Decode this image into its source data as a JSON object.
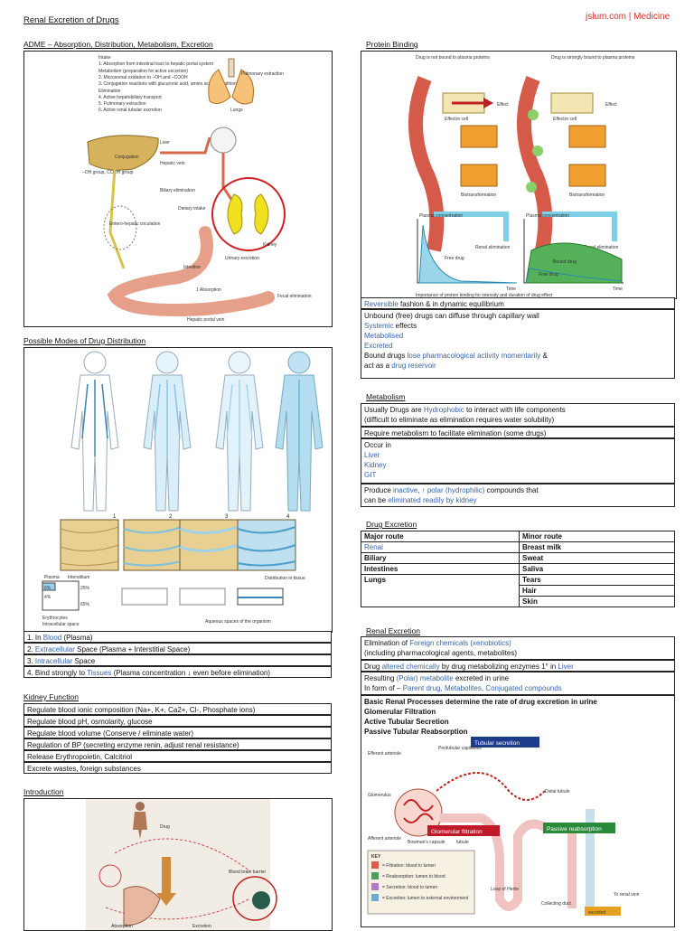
{
  "header": {
    "title": "Renal Excretion of Drugs",
    "brand": "jslum.com | Medicine"
  },
  "adme": {
    "heading": "ADME – Absorption, Distribution, Metabolism, Excretion",
    "notes": [
      "Intake",
      "1. Absorption from intestinal tract to hepatic portal system",
      "Metabolism (preparation for active excretion)",
      "2. Microsomal oxidation to –OH and –COOH",
      "3. Conjugation reactions with glucuronic acid, amino acids, glutathione, etc.",
      "Elimination",
      "4. Active hepatobiliary transport",
      "5. Pulmonary extraction",
      "6. Active renal tubular excretion"
    ],
    "labels": {
      "liver": "Liver",
      "lungs": "Lungs",
      "kidney": "Kidney",
      "intestine": "Intestine",
      "conjugation": "Conjugation",
      "oh_group": "–OH group, COOH group",
      "hepatic_vein": "Hepatic vein",
      "biliary": "Biliary elimination",
      "dietary": "Dietary intake",
      "urinary": "Urinary excretion",
      "entero": "Entero-hepatic circulation",
      "absorption": "1 Absorption",
      "fecal": "Fecal elimination",
      "portal": "Hepatic portal vein",
      "pulmonary": "Pulmonary extraction"
    }
  },
  "distribution": {
    "heading": "Possible Modes of Drug Distribution",
    "panel_numbers": [
      "1",
      "2",
      "3",
      "4"
    ],
    "chart_labels": {
      "plasma": "Plasma",
      "interstitium": "Interstitium",
      "p6": "6%",
      "p25": "25%",
      "p4": "4%",
      "p65": "65%",
      "erythrocytes": "Erythrocytes",
      "intracellular": "Intracellular space",
      "distribution_tissue": "Distribution in tissue",
      "aqueous": "Aqueous spaces of the organism"
    },
    "rows": [
      {
        "a": "1. In ",
        "b": "Blood",
        "c": " (Plasma)"
      },
      {
        "a": "2. ",
        "b": "Extracellular",
        "c": " Space (Plasma + Interstitial Space)"
      },
      {
        "a": "3. ",
        "b": "Intracellular",
        "c": " Space"
      },
      {
        "a": "4. Bind strongly to ",
        "b": "Tissues",
        "c": " (Plasma concentration ↓ even before elimination)"
      }
    ]
  },
  "kidney": {
    "heading": "Kidney Function",
    "rows": [
      "Regulate blood ionic composition (Na+, K+, Ca2+, Cl-, Phosphate ions)",
      "Regulate blood pH, osmolarity, glucose",
      "Regulate blood volume (Conserve / eliminate water)",
      "Regulation of BP (secreting enzyme renin, adjust renal resistance)",
      "Release Erythropoietin, Calcitriol",
      "Excrete wastes, foreign substances"
    ]
  },
  "intro": {
    "heading": "Introduction",
    "labels": {
      "drug": "Drug",
      "absorption": "Absorption",
      "excretion": "Excretion",
      "bbb": "Blood brain barrier"
    }
  },
  "protein": {
    "heading": "Protein Binding",
    "labels": {
      "drug_not_bound": "Drug is not bound to plasma proteins",
      "drug_strongly_bound": "Drug is strongly bound to plasma proteins",
      "effect": "Effect",
      "effector_cell": "Effector cell",
      "biotransformation": "Biotransformation",
      "renal_elimination": "Renal elimination",
      "plasma_conc": "Plasma concentration",
      "free_drug": "Free drug",
      "bound_drug": "Bound drug",
      "time": "Time",
      "caption": "Importance of protein binding for intensity and duration of drug effect"
    },
    "rows": [
      [
        {
          "t": "Reversible",
          "c": "blue"
        },
        {
          "t": " fashion & in dynamic equilibrium"
        }
      ],
      [
        {
          "t": "Unbound (free) drugs can diffuse through capillary wall"
        }
      ],
      [
        {
          "t": "Systemic",
          "c": "blue"
        },
        {
          "t": " effects"
        }
      ],
      [
        {
          "t": "Metabolised",
          "c": "blue"
        }
      ],
      [
        {
          "t": "Excreted",
          "c": "blue"
        }
      ],
      [
        {
          "t": "Bound drugs "
        },
        {
          "t": "lose pharmacological activity momentarily",
          "c": "blue"
        },
        {
          "t": " &"
        }
      ],
      [
        {
          "t": "act as a "
        },
        {
          "t": "drug reservoir",
          "c": "blue"
        }
      ]
    ]
  },
  "metabolism": {
    "heading": "Metabolism",
    "rows": [
      [
        {
          "t": "Usually Drugs are "
        },
        {
          "t": "Hydrophobic",
          "c": "blue"
        },
        {
          "t": " to interact with life components"
        }
      ],
      [
        {
          "t": "(difficult to eliminate as elimination requires water solubility)"
        }
      ],
      [
        {
          "t": "Require metabolism to facilitate elimination (some drugs)"
        }
      ],
      [
        {
          "t": "Occur in"
        }
      ],
      [
        {
          "t": "Liver",
          "c": "blue"
        }
      ],
      [
        {
          "t": "Kidney",
          "c": "blue"
        }
      ],
      [
        {
          "t": "GIT",
          "c": "blue"
        }
      ],
      [
        {
          "t": "Produce "
        },
        {
          "t": "inactive",
          "c": "blue"
        },
        {
          "t": ", "
        },
        {
          "t": "↑ polar (hydrophilic)",
          "c": "blue"
        },
        {
          "t": " compounds that"
        }
      ],
      [
        {
          "t": "can be "
        },
        {
          "t": "eliminated readily by kidney",
          "c": "blue"
        }
      ]
    ]
  },
  "drug_excretion": {
    "heading": "Drug Excretion",
    "header": [
      "Major route",
      "Minor route"
    ],
    "rows": [
      [
        "Renal",
        "Breast milk"
      ],
      [
        "Biliary",
        "Sweat"
      ],
      [
        "Intestines",
        "Saliva"
      ],
      [
        "Lungs",
        "Tears"
      ],
      [
        "",
        "Hair"
      ],
      [
        "",
        "Skin"
      ]
    ]
  },
  "renal": {
    "heading": "Renal Excretion",
    "rows": [
      [
        {
          "t": "Elimination of "
        },
        {
          "t": "Foreign chemicals (xenobiotics)",
          "c": "blue"
        }
      ],
      [
        {
          "t": "(including pharmacological agents, metabolites)"
        }
      ],
      [
        {
          "t": "Drug "
        },
        {
          "t": "altered chemically",
          "c": "blue"
        },
        {
          "t": " by drug metabolizing enzymes 1° in "
        },
        {
          "t": "Liver",
          "c": "blue"
        }
      ],
      [
        {
          "t": "Resulting "
        },
        {
          "t": "(Polar) metabolite",
          "c": "blue"
        },
        {
          "t": " excreted in urine"
        }
      ],
      [
        {
          "t": "In form of – "
        },
        {
          "t": "Parent drug, Metabolites, Conjugated compounds",
          "c": "blue"
        }
      ],
      [
        {
          "t": "Basic Renal Processes determine the rate of drug excretion in urine"
        }
      ],
      [
        {
          "t": "Glomerular Filtration"
        }
      ],
      [
        {
          "t": "Active Tubular Secretion"
        }
      ],
      [
        {
          "t": "Passive Tubular Reabsorption"
        }
      ]
    ],
    "nephron": {
      "efferent": "Efferent arteriole",
      "peritubular": "Peritubular capillaries",
      "tubular_secretion": "Tubular secretion",
      "glomerulus": "Glomerulus",
      "distal": "Distal tubule",
      "glomerular_filtration": "Glomerular filtration",
      "passive_reabsorption": "Passive reabsorption",
      "afferent": "Afferent arteriole",
      "bowmans": "Bowman's capsule",
      "tubule": "tubule",
      "key": "KEY",
      "key1": "= Filtration: blood to lumen",
      "key2": "= Reabsorption: lumen to blood",
      "key3": "= Secretion: blood to lumen",
      "key4": "= Excretion: lumen to external environment",
      "loop": "Loop of Henle",
      "collecting": "Collecting duct",
      "renal_vein": "To renal vein",
      "excreted": "excreted"
    }
  }
}
